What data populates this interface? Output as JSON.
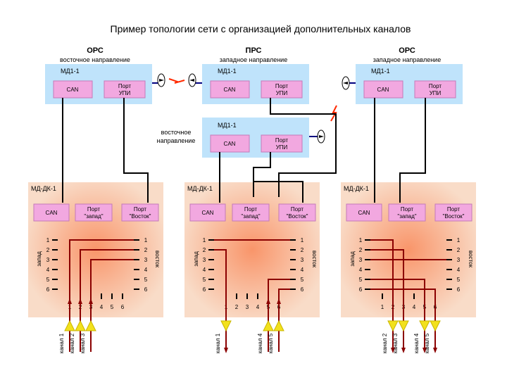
{
  "title": "Пример топологии сети с организацией дополнительных каналов",
  "colors": {
    "md_box": "#bfe3fb",
    "mdk_box": "#f7c4a2",
    "mdk_center": "#f9956a",
    "button": "#f2a8e0",
    "trace": "#8b0000",
    "wire": "#000000",
    "triangle": "#f2e11c",
    "bolt": "#ff2a00"
  },
  "stations": [
    {
      "role": "ОРС",
      "direction": "восточное направление",
      "md_label": "МД1-1",
      "can": "CAN",
      "port1": "Порт",
      "port2": "УПИ"
    },
    {
      "role": "ПРС",
      "direction": "западное направление",
      "md_label": "МД1-1",
      "can": "CAN",
      "port1": "Порт",
      "port2": "УПИ"
    },
    {
      "role": "ОРС",
      "direction": "западное направление",
      "md_label": "МД1-1",
      "can": "CAN",
      "port1": "Порт",
      "port2": "УПИ"
    }
  ],
  "middle_md": {
    "side_label_1": "восточное",
    "side_label_2": "направление",
    "md_label": "МД1-1",
    "can": "CAN",
    "port1": "Порт",
    "port2": "УПИ"
  },
  "mdk": {
    "label": "МД-ДК-1",
    "can": "CAN",
    "port_label": "Порт",
    "west": "\"запад\"",
    "east": "\"Восток\"",
    "side_west": "запад",
    "side_east": "восток",
    "nums": [
      "1",
      "2",
      "3",
      "4",
      "5",
      "6"
    ]
  },
  "channels": [
    "канал 1",
    "канал 2",
    "канал 3",
    "канал 4",
    "канал 5"
  ]
}
